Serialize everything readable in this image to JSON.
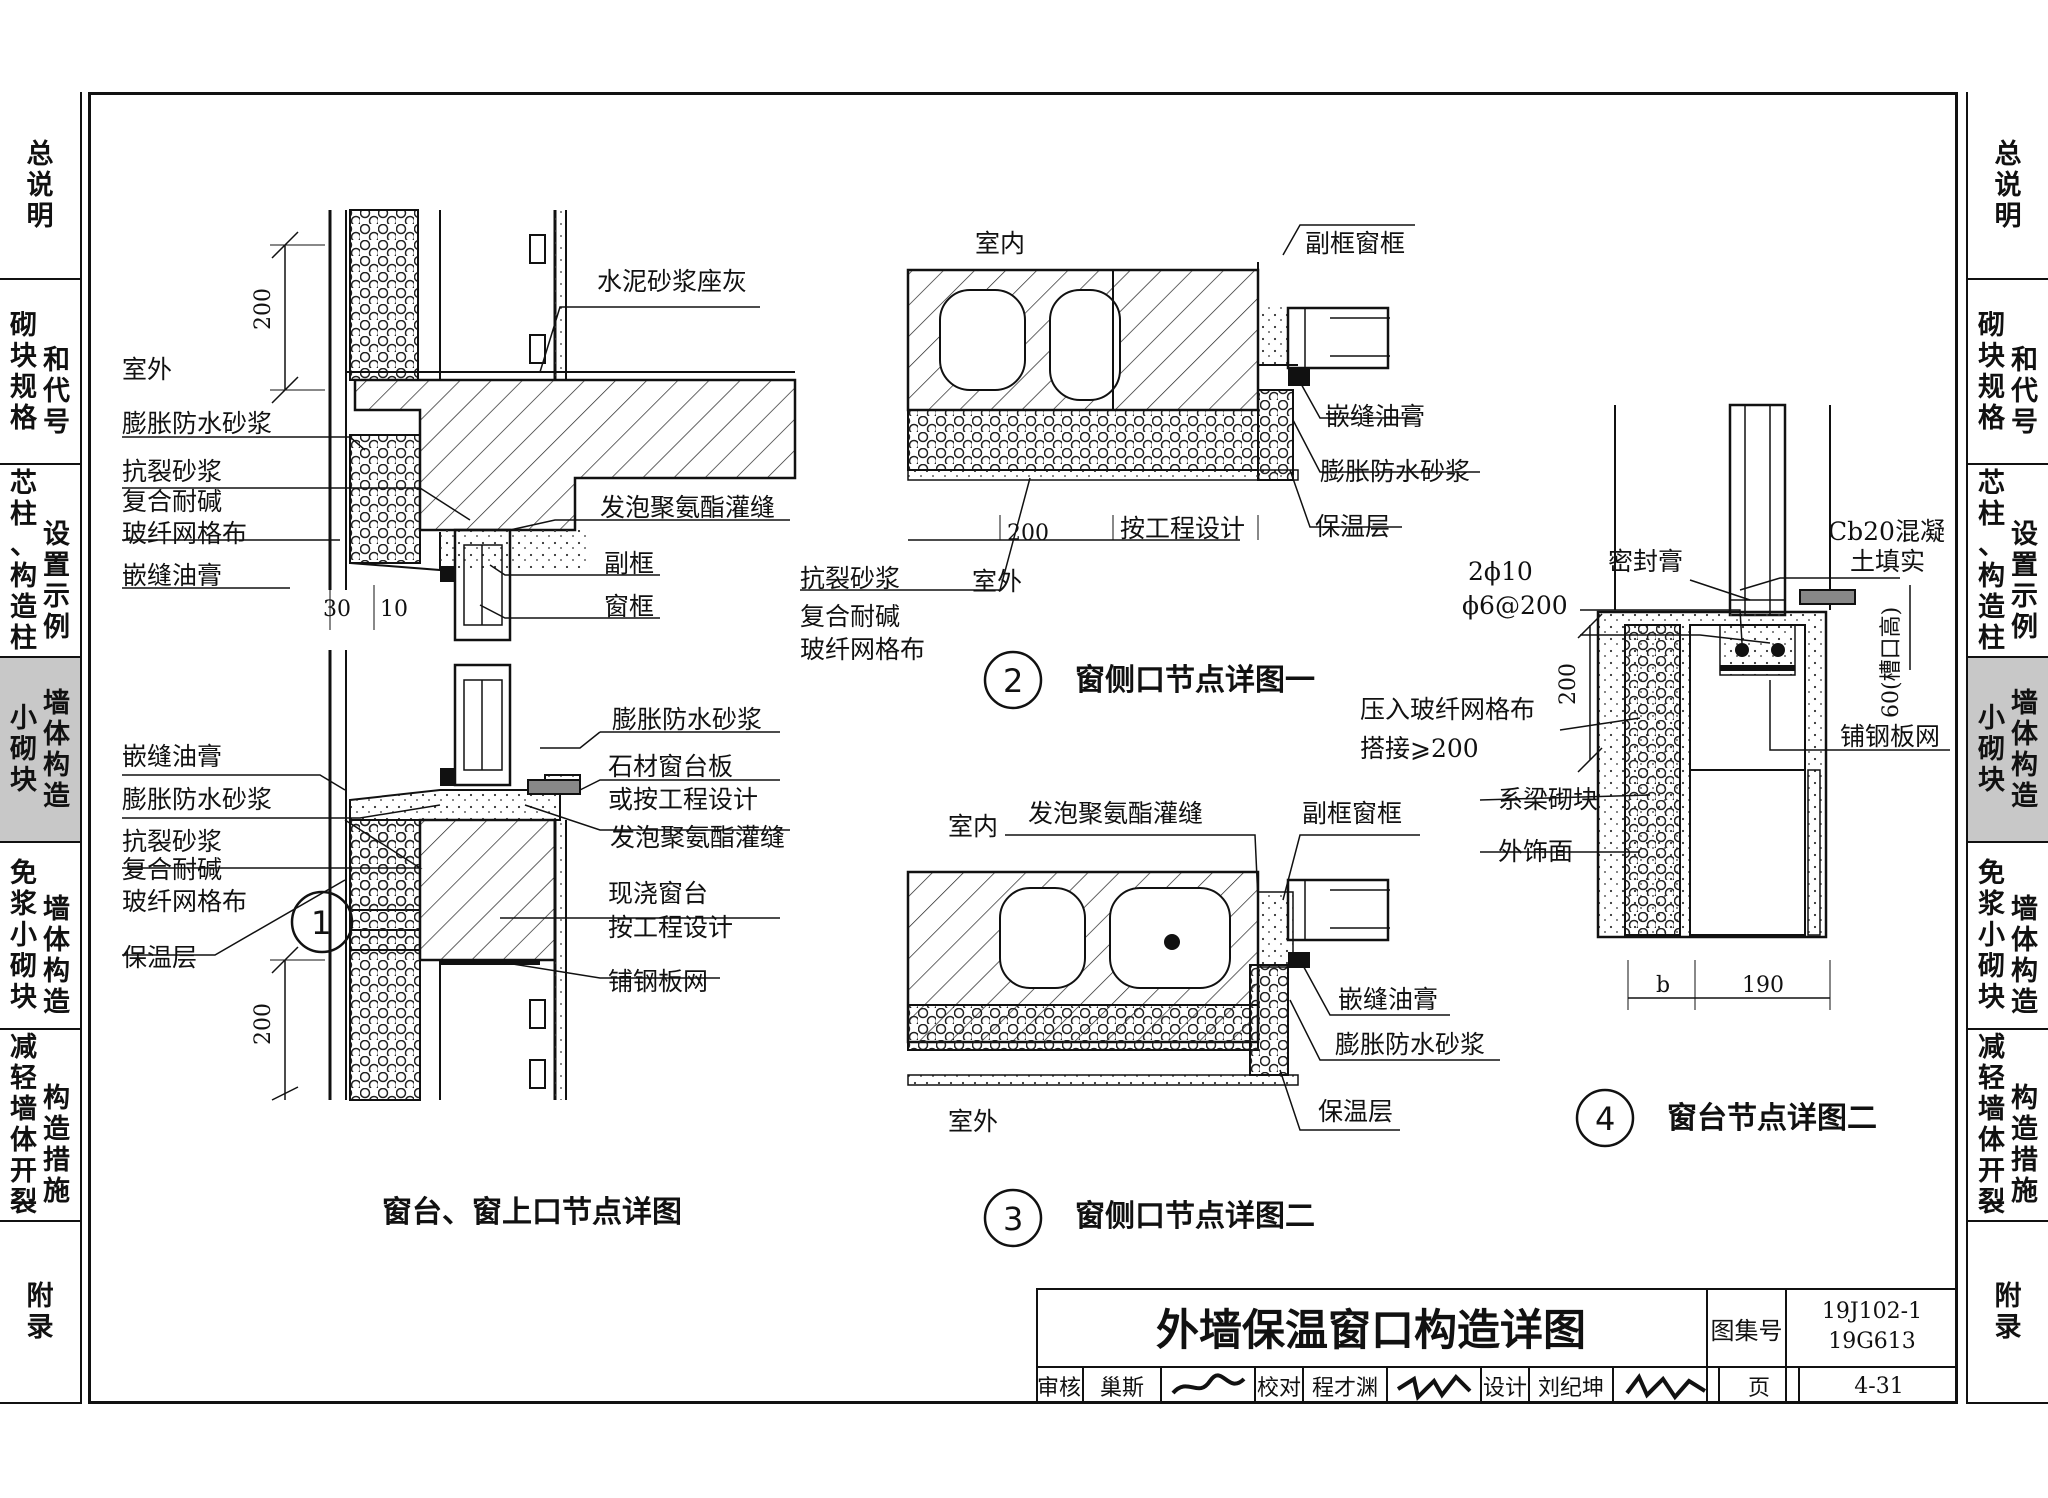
{
  "sidebar_left": [
    {
      "cols": [
        [
          "总",
          "说",
          "明"
        ]
      ]
    },
    {
      "cols": [
        [
          "砌",
          "块",
          "规",
          "格"
        ],
        [
          "和",
          "代",
          "号"
        ]
      ]
    },
    {
      "cols": [
        [
          "芯",
          "柱",
          "、",
          "构",
          "造",
          "柱"
        ],
        [
          "设",
          "置",
          "示",
          "例"
        ]
      ]
    },
    {
      "cols": [
        [
          "小",
          "砌",
          "块"
        ],
        [
          "墙",
          "体",
          "构",
          "造"
        ]
      ],
      "active": true
    },
    {
      "cols": [
        [
          "免",
          "浆",
          "小",
          "砌",
          "块"
        ],
        [
          "墙",
          "体",
          "构",
          "造"
        ]
      ]
    },
    {
      "cols": [
        [
          "减",
          "轻",
          "墙",
          "体",
          "开",
          "裂"
        ],
        [
          "构",
          "造",
          "措",
          "施"
        ]
      ]
    },
    {
      "cols": [
        [
          "附",
          "录"
        ]
      ]
    }
  ],
  "sidebar_right": [
    {
      "cols": [
        [
          "总",
          "说",
          "明"
        ]
      ]
    },
    {
      "cols": [
        [
          "砌",
          "块",
          "规",
          "格"
        ],
        [
          "和",
          "代",
          "号"
        ]
      ]
    },
    {
      "cols": [
        [
          "芯",
          "柱",
          "、",
          "构",
          "造",
          "柱"
        ],
        [
          "设",
          "置",
          "示",
          "例"
        ]
      ]
    },
    {
      "cols": [
        [
          "小",
          "砌",
          "块"
        ],
        [
          "墙",
          "体",
          "构",
          "造"
        ]
      ],
      "active": true
    },
    {
      "cols": [
        [
          "免",
          "浆",
          "小",
          "砌",
          "块"
        ],
        [
          "墙",
          "体",
          "构",
          "造"
        ]
      ]
    },
    {
      "cols": [
        [
          "减",
          "轻",
          "墙",
          "体",
          "开",
          "裂"
        ],
        [
          "构",
          "造",
          "措",
          "施"
        ]
      ]
    },
    {
      "cols": [
        [
          "附",
          "录"
        ]
      ]
    }
  ],
  "detail1": {
    "number": "1",
    "caption": "窗台、窗上口节点详图",
    "labels": {
      "outside": "室外",
      "mortar_bed": "水泥砂浆座灰",
      "expand_mortar_top": "膨胀防水砂浆",
      "crack_mortar_top": "抗裂砂浆",
      "mesh_top_1": "复合耐碱",
      "mesh_top_2": "玻纤网格布",
      "sealant_top": "嵌缝油膏",
      "foam_top": "发泡聚氨酯灌缝",
      "sub_frame": "副框",
      "window_frame": "窗框",
      "expand_mortar_sill_r": "膨胀防水砂浆",
      "stone_sill_1": "石材窗台板",
      "stone_sill_2": "或按工程设计",
      "foam_sill": "发泡聚氨酯灌缝",
      "sealant_sill": "嵌缝油膏",
      "expand_mortar_sill_l": "膨胀防水砂浆",
      "crack_mortar_sill": "抗裂砂浆",
      "mesh_sill_1": "复合耐碱",
      "mesh_sill_2": "玻纤网格布",
      "insulation": "保温层",
      "cast_sill_1": "现浇窗台",
      "cast_sill_2": "按工程设计",
      "steel_mesh": "铺钢板网"
    },
    "dims": {
      "top": "200",
      "bottom": "200",
      "d30": "30",
      "d10": "10"
    }
  },
  "detail2": {
    "number": "2",
    "caption": "窗侧口节点详图一",
    "labels": {
      "inside": "室内",
      "outside": "室外",
      "sub_window_frame": "副框窗框",
      "sealant": "嵌缝油膏",
      "expand_mortar": "膨胀防水砂浆",
      "insulation": "保温层",
      "crack_mortar": "抗裂砂浆",
      "mesh_1": "复合耐碱",
      "mesh_2": "玻纤网格布"
    },
    "dims": {
      "d200": "200",
      "per_design": "按工程设计"
    }
  },
  "detail3": {
    "number": "3",
    "caption": "窗侧口节点详图二",
    "labels": {
      "inside": "室内",
      "outside": "室外",
      "foam": "发泡聚氨酯灌缝",
      "sub_window_frame": "副框窗框",
      "sealant": "嵌缝油膏",
      "expand_mortar": "膨胀防水砂浆",
      "insulation": "保温层"
    }
  },
  "detail4": {
    "number": "4",
    "caption": "窗台节点详图二",
    "labels": {
      "concrete_1": "Cb20混凝",
      "concrete_2": "土填实",
      "sealant": "密封膏",
      "rebar_1": "2ϕ10",
      "rebar_2": "ϕ6@200",
      "fiber_mesh": "压入玻纤网格布",
      "overlap": "搭接⩾200",
      "beam_block": "系梁砌块",
      "finish": "外饰面",
      "steel_mesh": "铺钢板网"
    },
    "dims": {
      "d200": "200",
      "d60": "60(槽口高)",
      "b": "b",
      "d190": "190"
    }
  },
  "title_block": {
    "title": "外墙保温窗口构造详图",
    "atlas_label": "图集号",
    "atlas_no_1": "19J102-1",
    "atlas_no_2": "19G613",
    "review_label": "审核",
    "reviewer": "巢斯",
    "check_label": "校对",
    "checker": "程才渊",
    "design_label": "设计",
    "designer": "刘纪坤",
    "page_label": "页",
    "page_no": "4-31"
  }
}
